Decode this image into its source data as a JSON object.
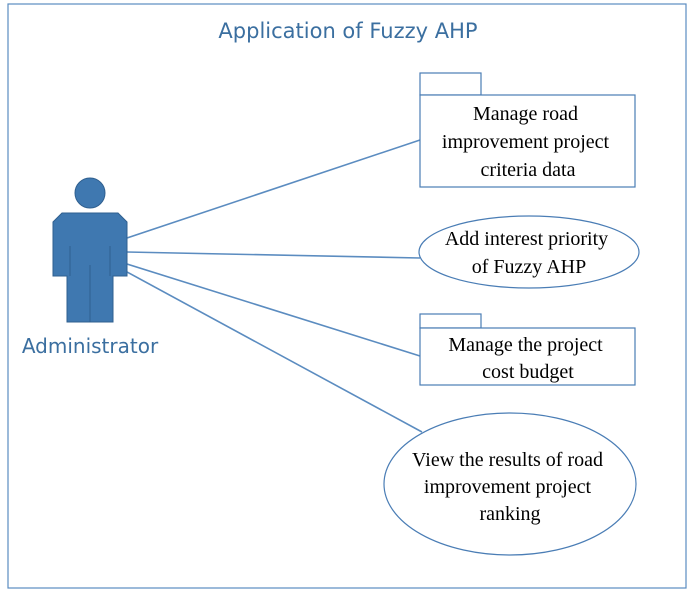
{
  "diagram": {
    "title": "Application of Fuzzy AHP",
    "actor": {
      "label": "Administrator",
      "color": "#3f78b0"
    },
    "use_cases": [
      {
        "shape": "package",
        "lines": [
          "Manage road",
          "improvement project",
          "criteria data"
        ]
      },
      {
        "shape": "ellipse",
        "lines": [
          "Add interest priority",
          "of Fuzzy AHP"
        ]
      },
      {
        "shape": "package",
        "lines": [
          "Manage the project",
          "cost budget"
        ]
      },
      {
        "shape": "ellipse",
        "lines": [
          "View the results of road",
          "improvement project",
          "ranking"
        ]
      }
    ],
    "colors": {
      "frame": "#5b8cc0",
      "title_text": "#3b6fa0",
      "association": "#5b8cc0",
      "shape_stroke": "#4a7db5"
    }
  }
}
